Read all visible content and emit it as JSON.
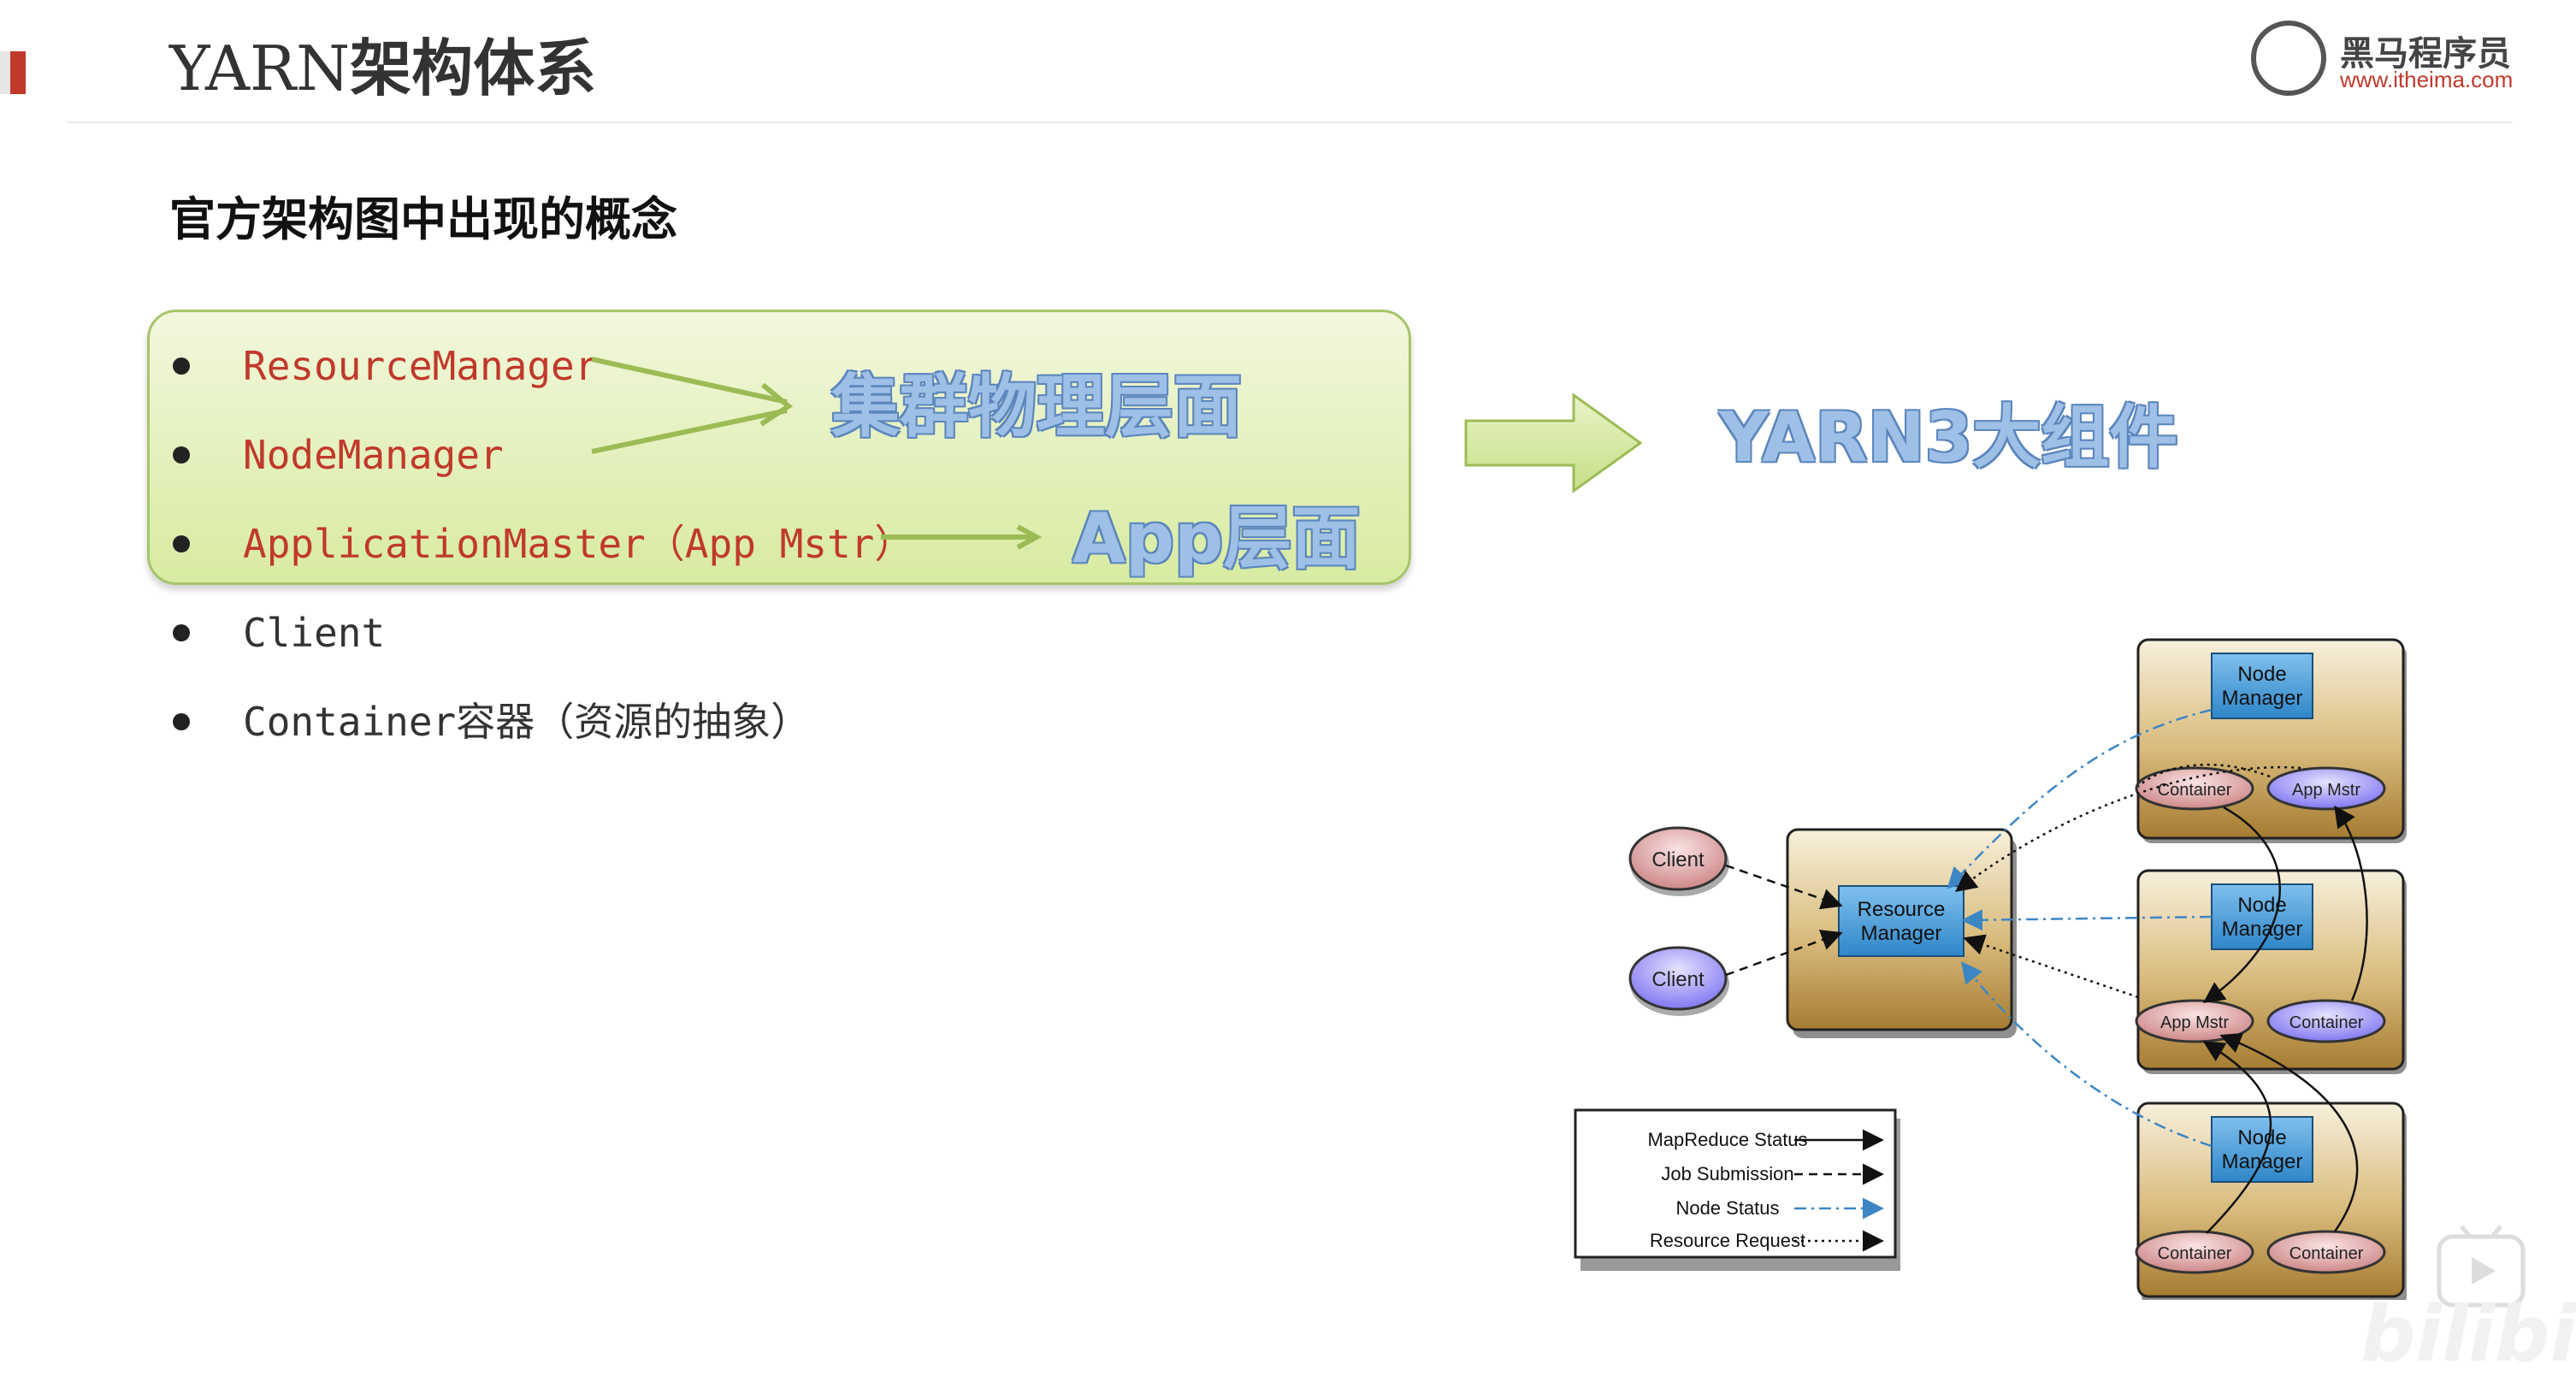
{
  "header": {
    "title_latin": "YARN",
    "title_cjk": "架构体系"
  },
  "logo": {
    "name": "黑马程序员",
    "url": "www.itheima.com"
  },
  "subtitle": "官方架构图中出现的概念",
  "concepts": [
    {
      "text": "ResourceManager",
      "color": "#c0392b"
    },
    {
      "text": "NodeManager",
      "color": "#c0392b"
    },
    {
      "text": "ApplicationMaster（App Mstr）",
      "color": "#c0392b"
    },
    {
      "text": "Client",
      "color": "#333333"
    },
    {
      "text": "Container容器（资源的抽象）",
      "color": "#333333"
    }
  ],
  "annotations": {
    "cluster_level": "集群物理层面",
    "app_level": "App层面",
    "components": "YARN3大组件"
  },
  "diagram": {
    "clients": [
      "Client",
      "Client"
    ],
    "resource_manager": [
      "Resource",
      "Manager"
    ],
    "node_manager_label": [
      "Node",
      "Manager"
    ],
    "node1_ovals": [
      "Container",
      "App Mstr"
    ],
    "node2_ovals": [
      "App Mstr",
      "Container"
    ],
    "node3_ovals": [
      "Container",
      "Container"
    ],
    "legend": [
      {
        "label": "MapReduce Status",
        "style": "solid"
      },
      {
        "label": "Job Submission",
        "style": "dashed"
      },
      {
        "label": "Node Status",
        "style": "dashdot-blue"
      },
      {
        "label": "Resource Request",
        "style": "dotted"
      }
    ]
  },
  "watermark": "bilibili",
  "colors": {
    "accent_red": "#c0392b",
    "highlight_green": "#d8eba1",
    "annotation_blue": "#9fc0e6",
    "node_blue": "#3d8fd1",
    "node_tan": "#c9a35a"
  }
}
